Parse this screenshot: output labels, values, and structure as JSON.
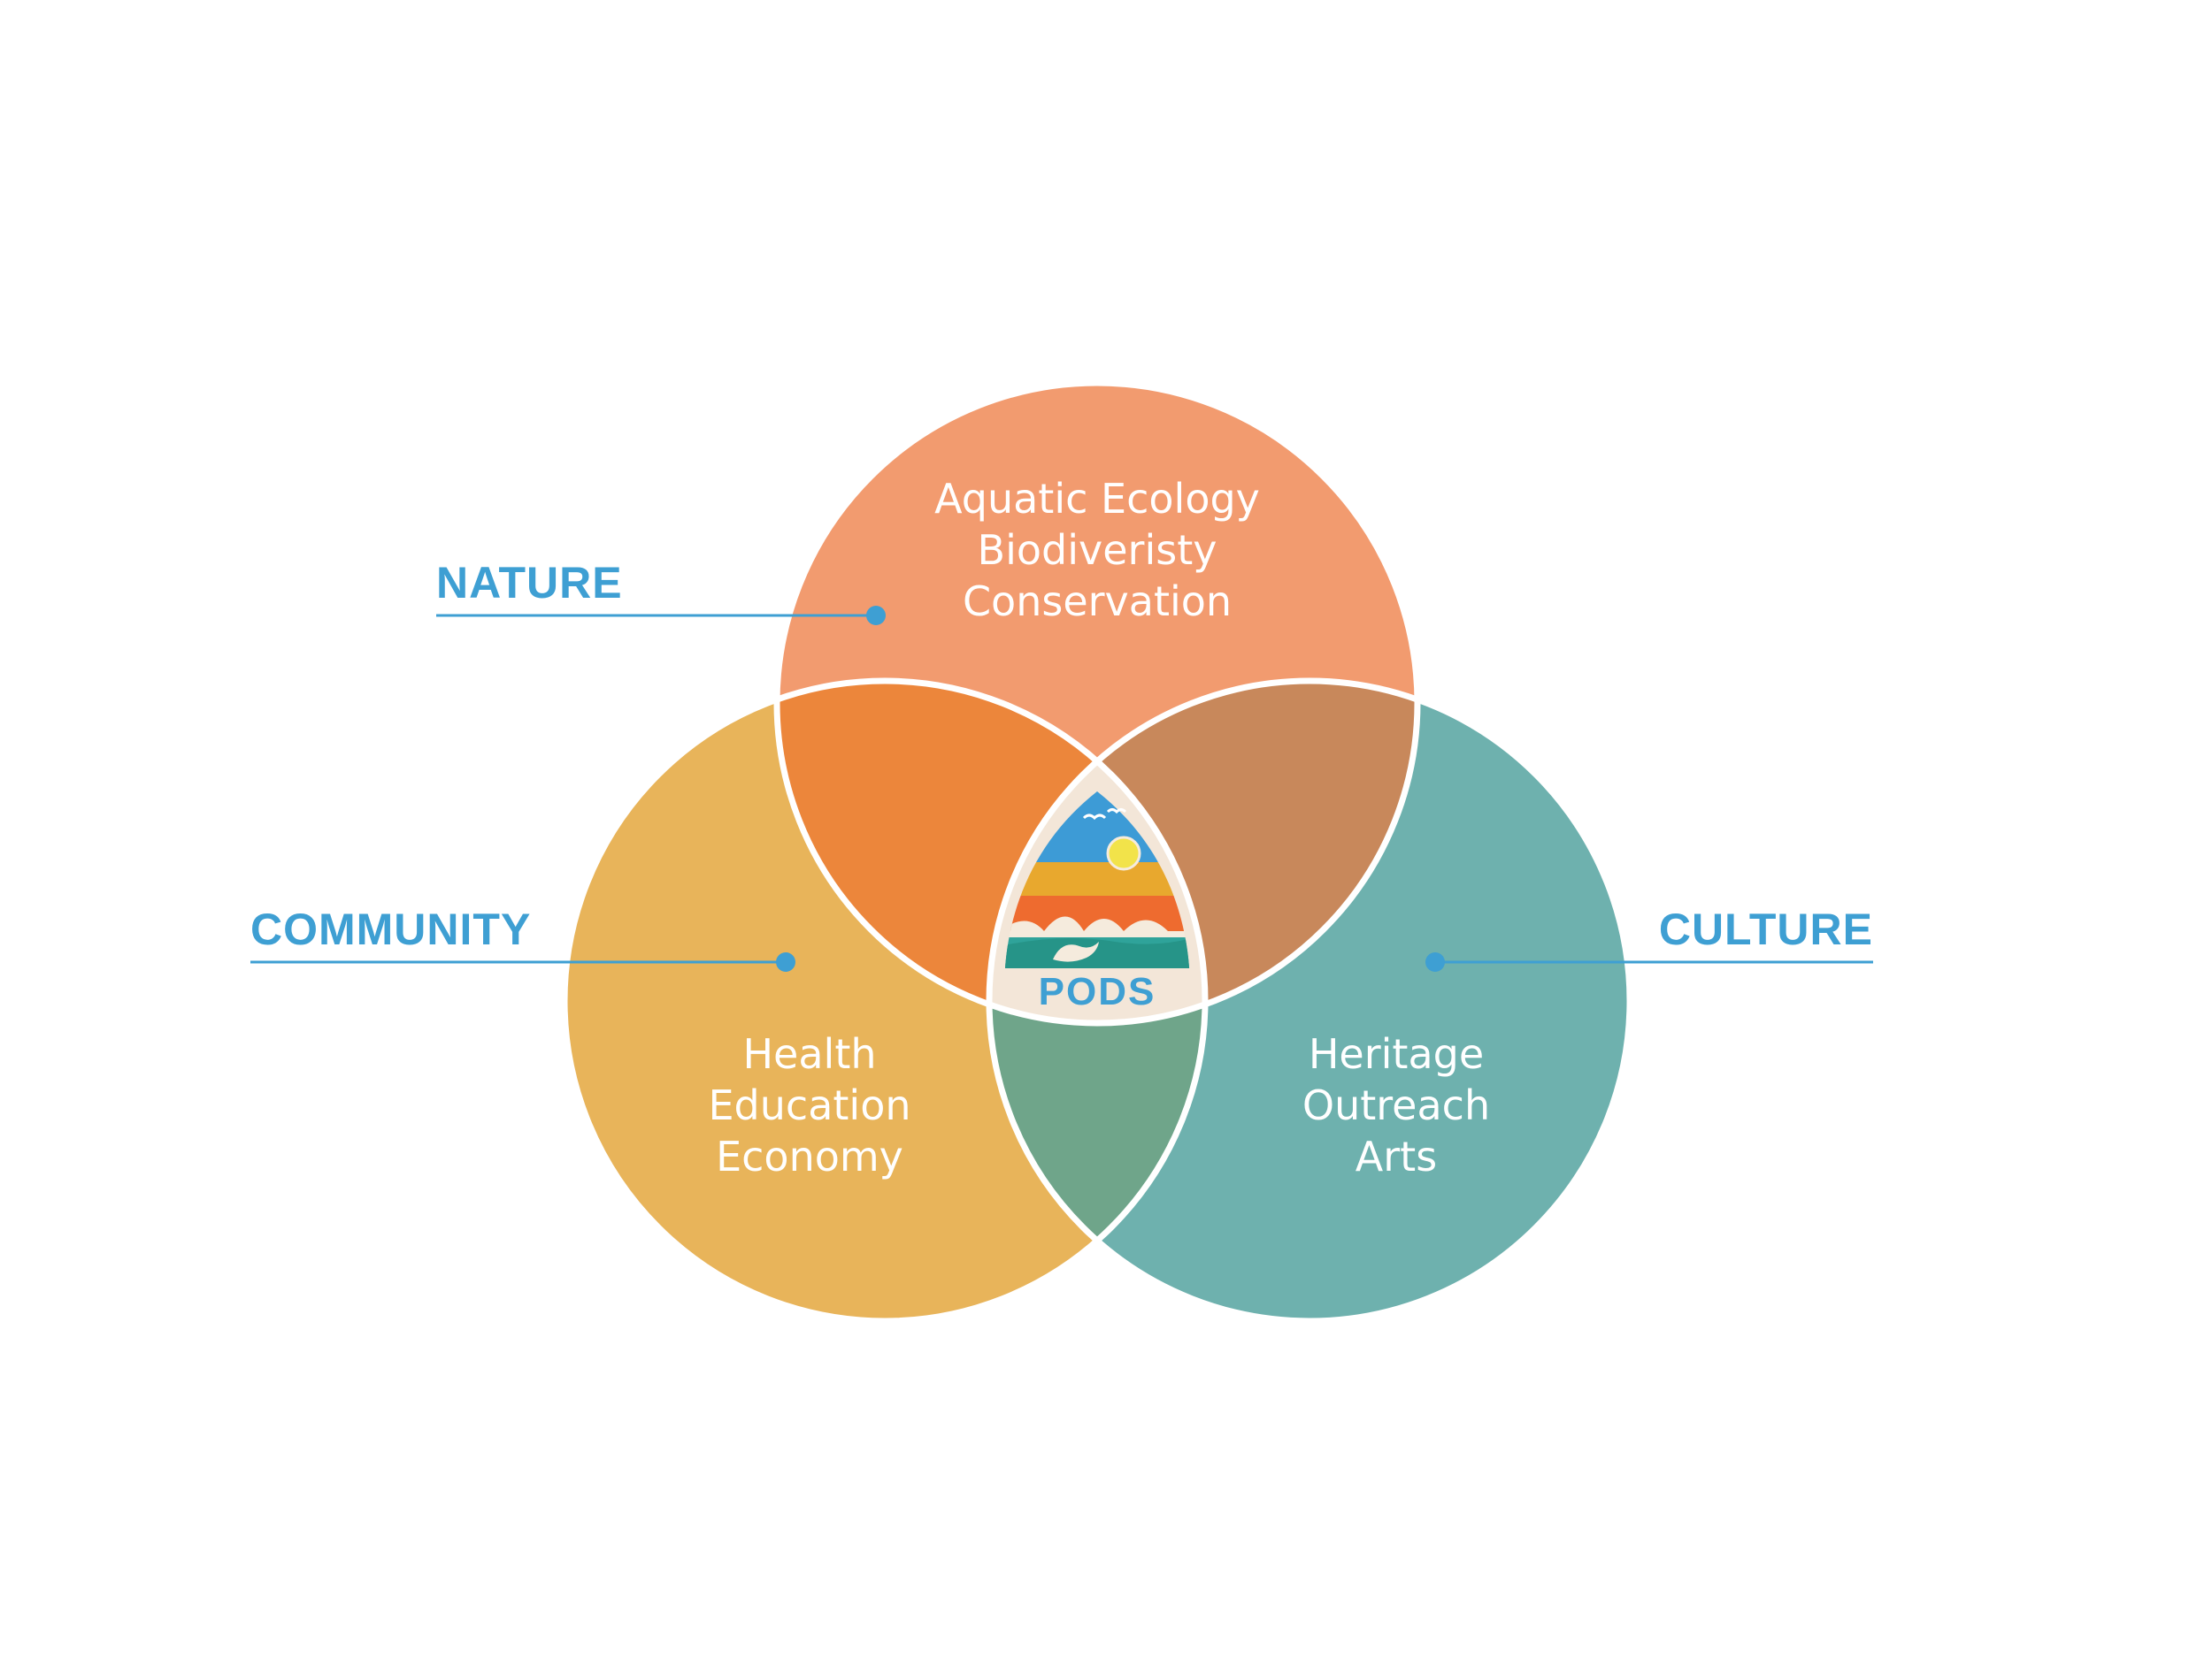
{
  "colors": {
    "nature": "#F29B6F",
    "community": "#E8B45A",
    "culture": "#6EB1AE",
    "nature_community": "#EC863B",
    "nature_culture": "#C8885B",
    "community_culture": "#6FA58A",
    "center": "#F3E6D8",
    "outline": "#ffffff",
    "label": "#3E9FD3"
  },
  "categories": {
    "nature": {
      "label": "NATURE",
      "items": [
        "Aquatic Ecology",
        "Biodiveristy",
        "Conservation"
      ]
    },
    "community": {
      "label": "COMMUNITY",
      "items": [
        "Health",
        "Education",
        "Economy"
      ]
    },
    "culture": {
      "label": "CULTURE",
      "items": [
        "Heritage",
        "Outreach",
        "Arts"
      ]
    }
  },
  "center": {
    "label": "PODS"
  }
}
